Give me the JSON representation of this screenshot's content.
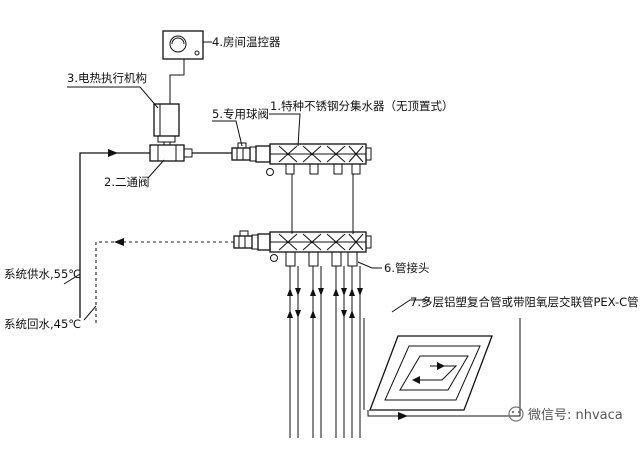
{
  "labels": {
    "manifold": "1.特种不锈钢分集水器（无顶置式）",
    "thermostat": "4.房间温控器",
    "actuator": "3.电热执行机构",
    "ball_valve": "5.专用球阀",
    "two_way_valve": "2.二通阀",
    "fitting": "6.管接头",
    "pipe": "7.多层铝塑复合管或带阻氧层交联管PEX-C管",
    "supply": "系统供水,55℃",
    "return": "系统回水,45℃"
  },
  "watermark": {
    "text": "微信号: nhvaca"
  },
  "colors": {
    "line": "#111111",
    "background": "#ffffff"
  }
}
